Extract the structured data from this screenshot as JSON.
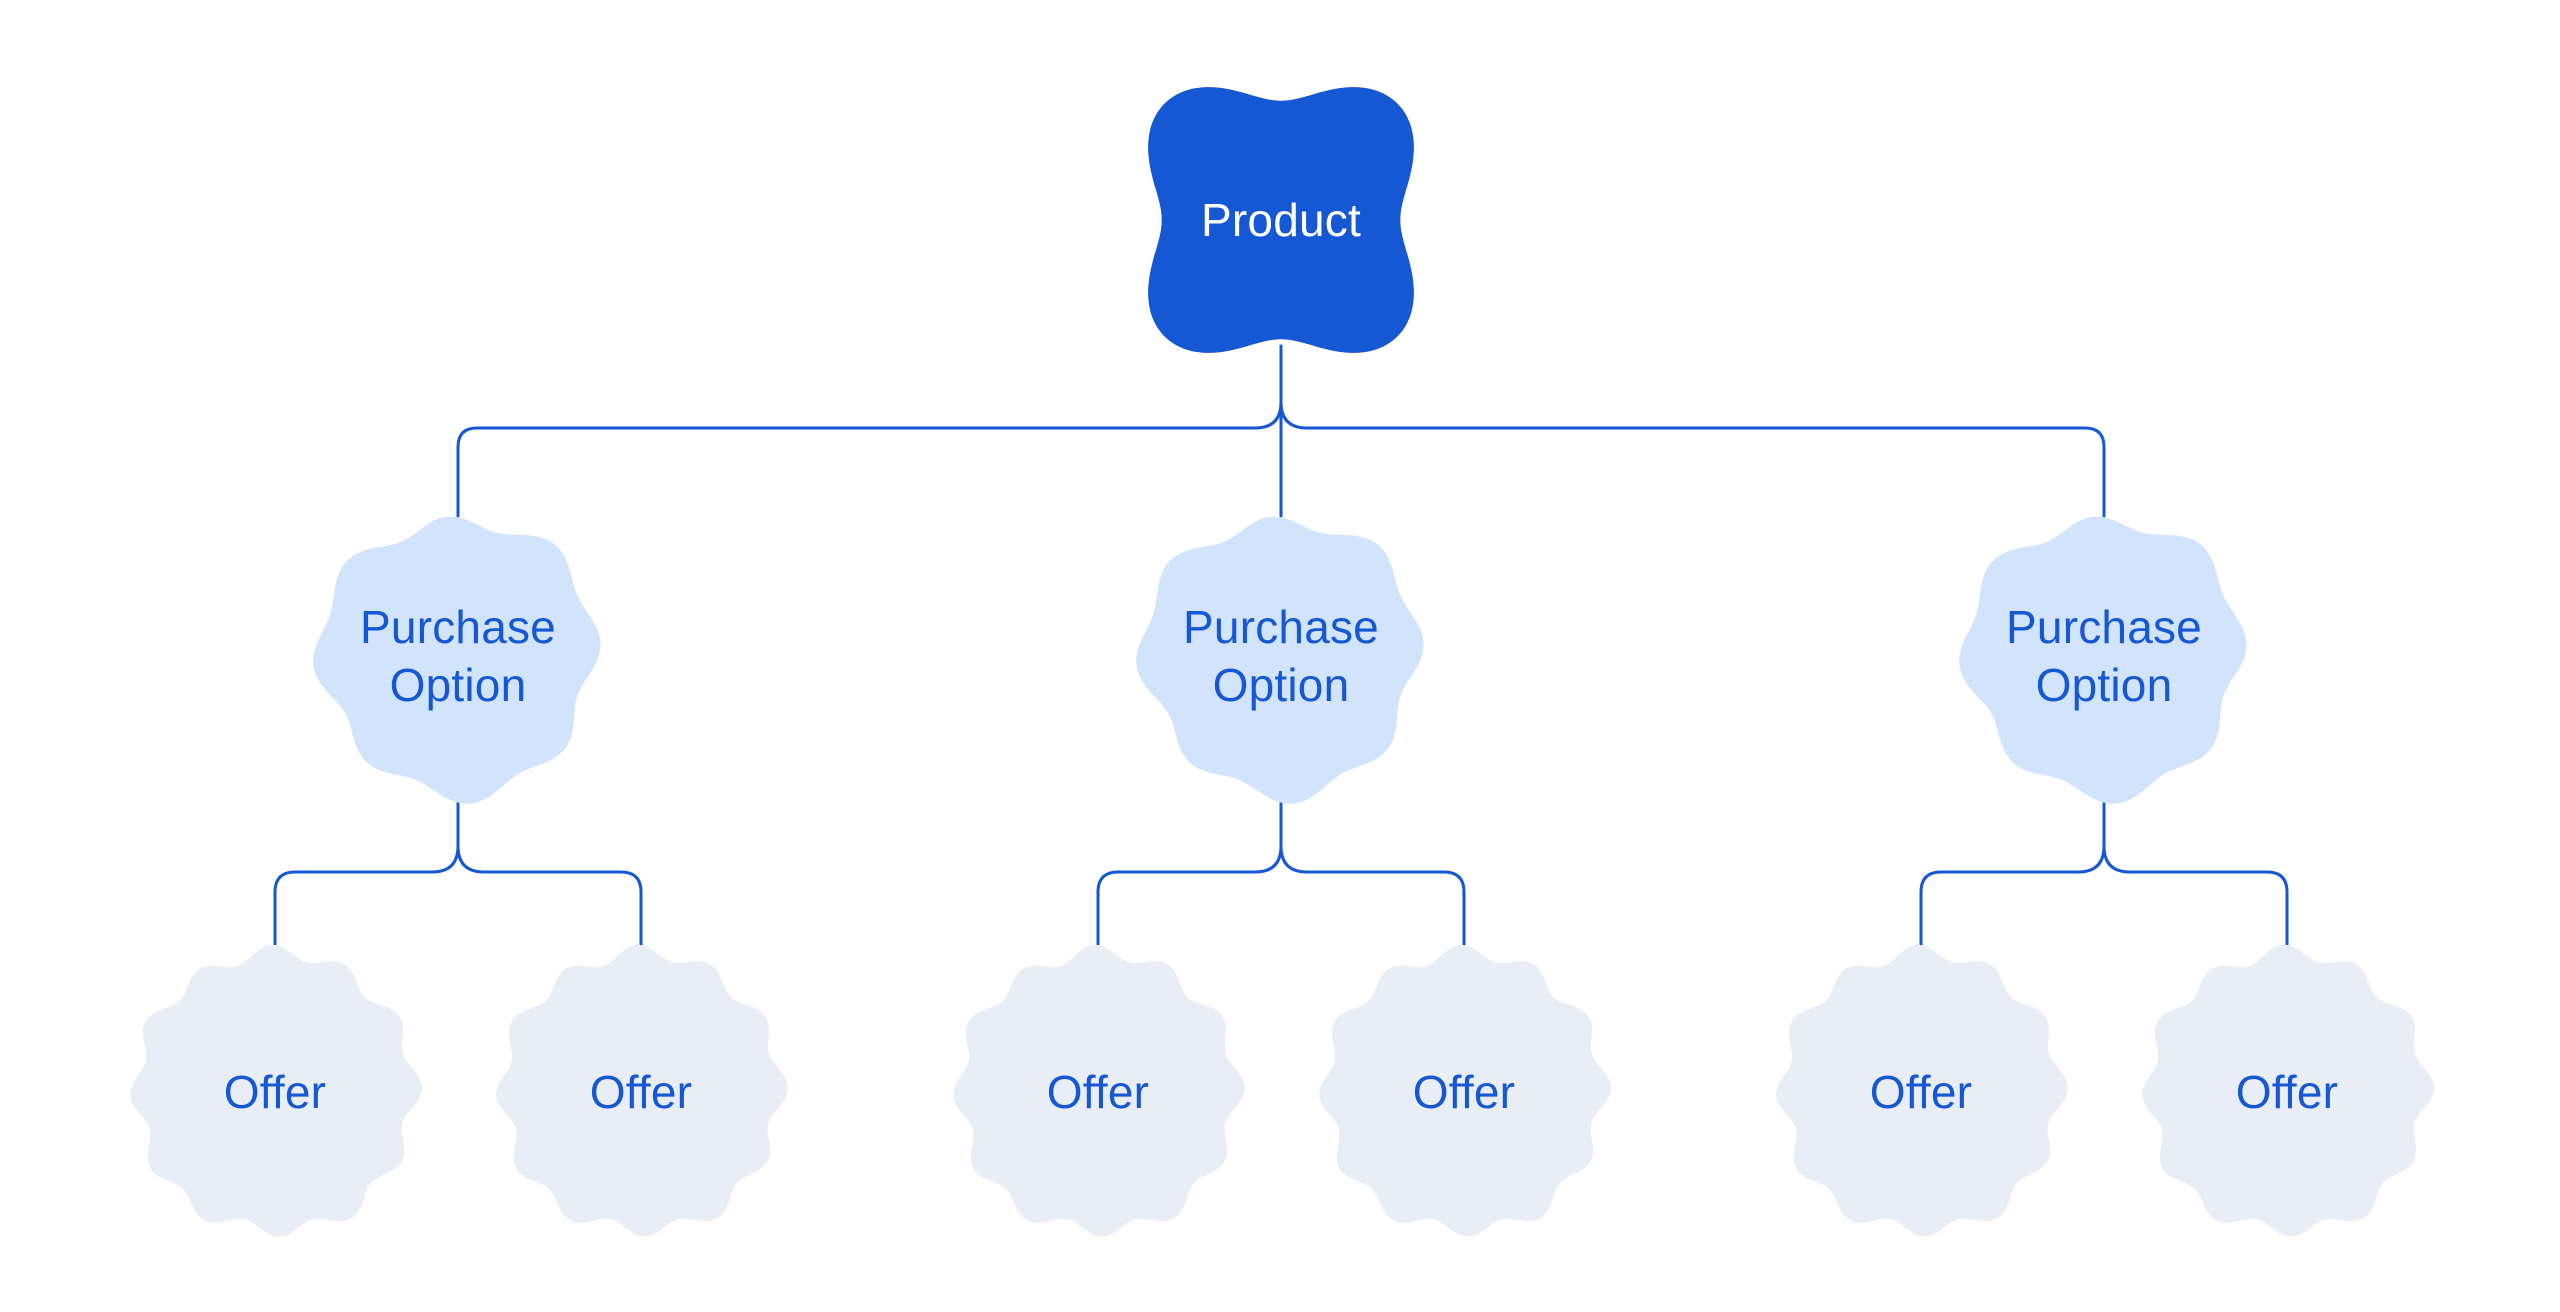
{
  "page": {
    "background": "#FFFFFF"
  },
  "diagram": {
    "type": "tree",
    "colors": {
      "product_fill": "#1657D3",
      "product_text": "#FFFFFF",
      "purchase_option_fill": "#D2E3FC",
      "offer_fill": "#E8EDF6",
      "accent_text": "#1657D3",
      "connector": "#1657D3",
      "background": "#FFFFFF"
    },
    "nodes": {
      "product": {
        "label": "Product"
      },
      "purchase_options": [
        {
          "label": "Purchase Option",
          "line1": "Purchase",
          "line2": "Option"
        },
        {
          "label": "Purchase Option",
          "line1": "Purchase",
          "line2": "Option"
        },
        {
          "label": "Purchase Option",
          "line1": "Purchase",
          "line2": "Option"
        }
      ],
      "offers": [
        {
          "label": "Offer"
        },
        {
          "label": "Offer"
        },
        {
          "label": "Offer"
        },
        {
          "label": "Offer"
        },
        {
          "label": "Offer"
        },
        {
          "label": "Offer"
        }
      ]
    }
  }
}
